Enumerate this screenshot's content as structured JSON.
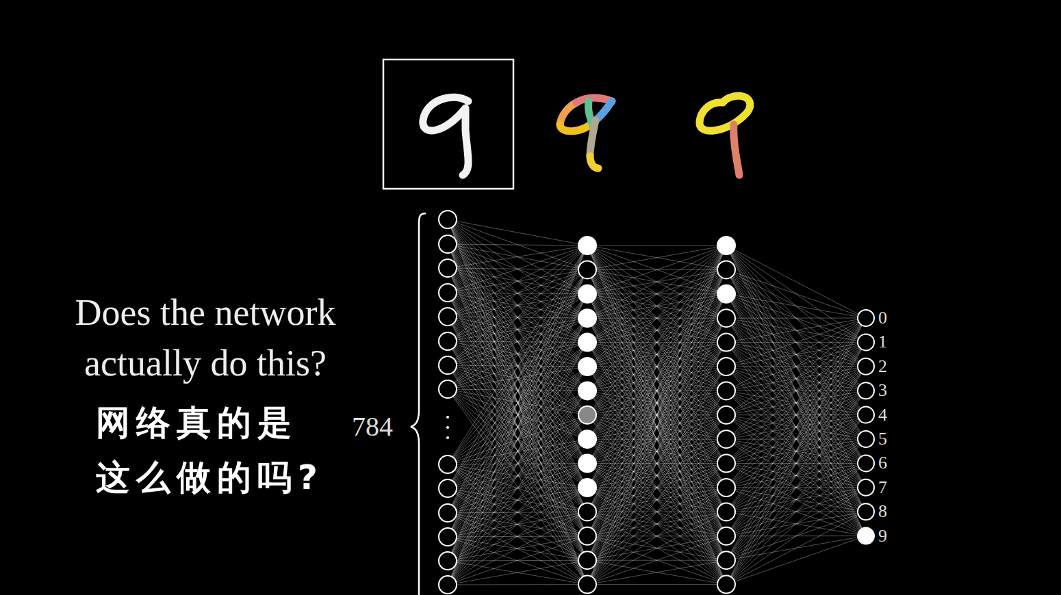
{
  "diagram": {
    "labels": [
      "Does the network actually do this?",
      "网络真的是 这么做的吗?",
      "784",
      "0",
      "1",
      "2",
      "3",
      "4",
      "5",
      "6",
      "7",
      "8",
      "9"
    ]
  }
}
